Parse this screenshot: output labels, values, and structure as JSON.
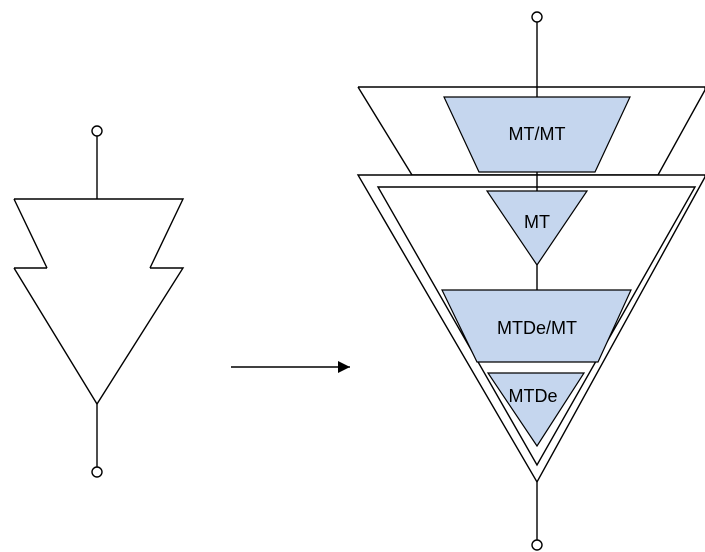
{
  "colors": {
    "block_fill": "#c5d6ee",
    "outline": "#000000",
    "background": "#ffffff"
  },
  "blocks": {
    "mt_mt": "MT/MT",
    "mt": "MT",
    "mtde_mt": "MTDe/MT",
    "mtde": "MTDe"
  }
}
